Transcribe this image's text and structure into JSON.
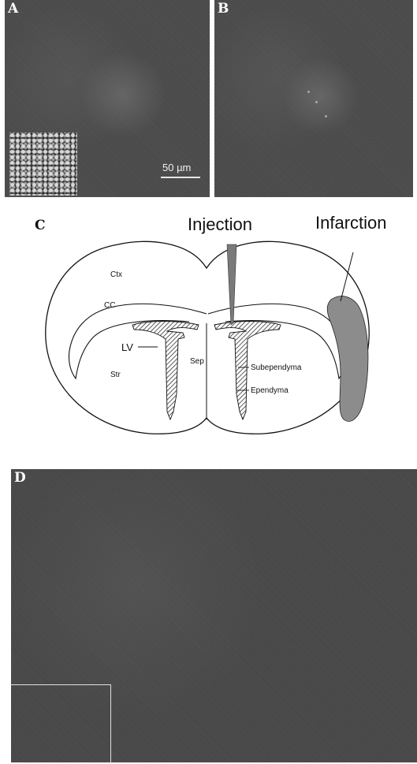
{
  "panels": {
    "a": {
      "letter": "A",
      "scale_label": "50 µm"
    },
    "b": {
      "letter": "B"
    },
    "c": {
      "letter": "C",
      "labels": {
        "injection": "Injection",
        "infarction": "Infarction",
        "ctx": "Ctx",
        "cc": "CC",
        "lv": "LV",
        "str": "Str",
        "sep": "Sep",
        "subependyma": "Subependyma",
        "ependyma": "Ependyma"
      }
    },
    "d": {
      "letter": "D"
    }
  },
  "colors": {
    "micrograph_bg": "#4a4a4a",
    "infarction_fill": "#8c8c8c",
    "injection_fill": "#7a7a7a"
  }
}
